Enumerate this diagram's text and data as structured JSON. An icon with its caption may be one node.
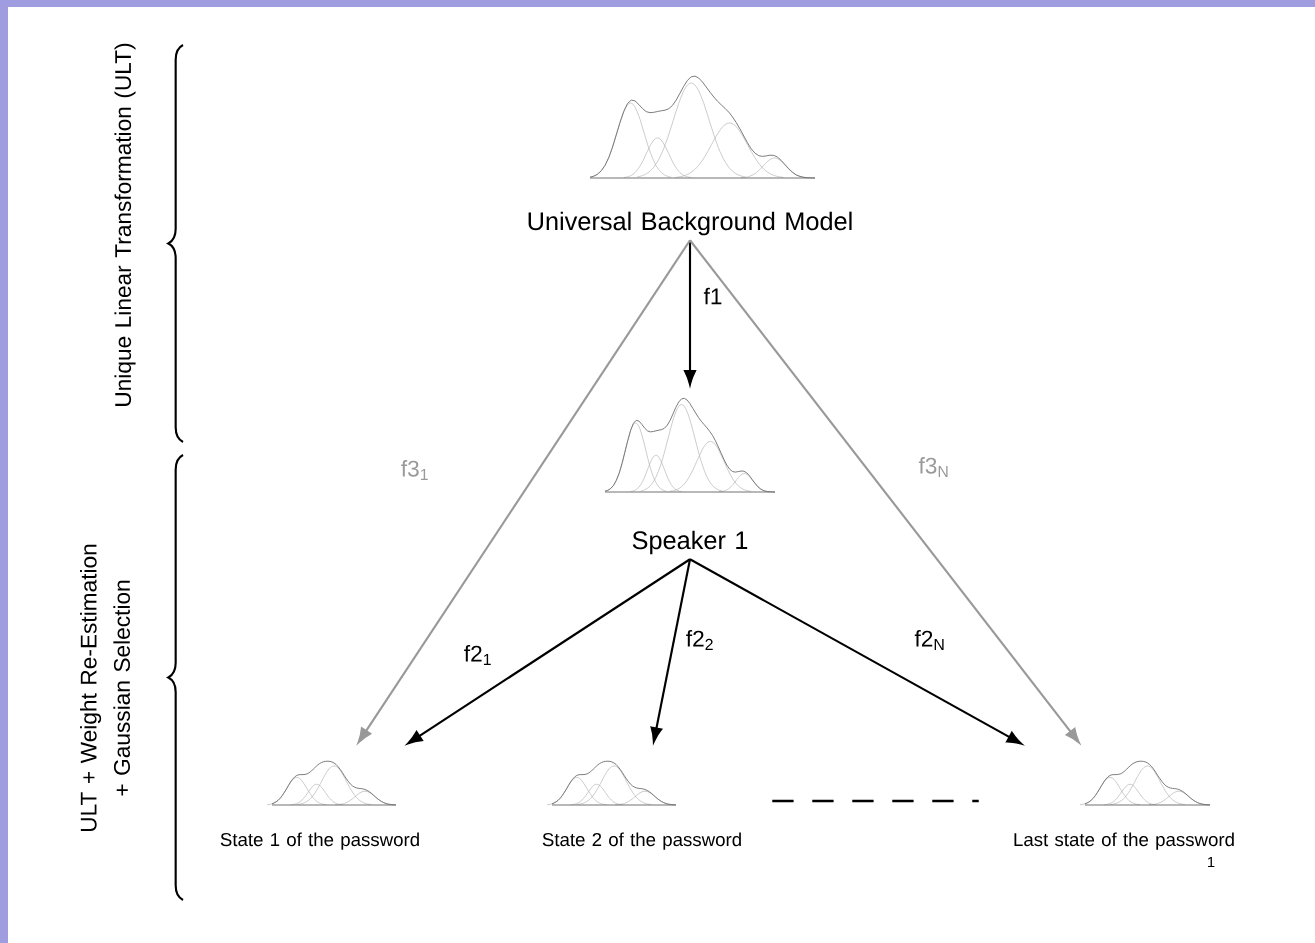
{
  "diagram": {
    "nodes": [
      {
        "text": [
          "Universal Background Model"
        ]
      },
      {
        "text": [
          "Speaker 1"
        ]
      },
      {
        "text": [
          "State 1 of the password"
        ]
      },
      {
        "text": [
          "State 2 of the password"
        ]
      },
      {
        "text": [
          "Last state of the password"
        ],
        "beside": [
          "1"
        ]
      }
    ],
    "edges": [
      {
        "from": 0,
        "to": 1,
        "arrow": "to",
        "label": "f1"
      },
      {
        "from": 0,
        "to": 2,
        "arrow": "to",
        "label": "f3$_{1}$",
        "color": "#999999"
      },
      {
        "from": 0,
        "to": 4,
        "arrow": "to",
        "label": "f3$_{N}$",
        "color": "#999999"
      },
      {
        "from": 1,
        "to": 2,
        "arrow": "to",
        "label": "f2$_{1}$"
      },
      {
        "from": 1,
        "to": 3,
        "arrow": "to",
        "label": "f2$_{2}$"
      },
      {
        "from": 1,
        "to": 4,
        "arrow": "to",
        "label": "f2$_{N}$"
      },
      {
        "from": 3,
        "to": 4,
        "arrow": "none",
        "style": "dashed"
      }
    ],
    "labels": [
      "Unique Linear Transformation (ULT)",
      "ULT + Weight Re-Estimation + Gaussian Selection"
    ]
  }
}
